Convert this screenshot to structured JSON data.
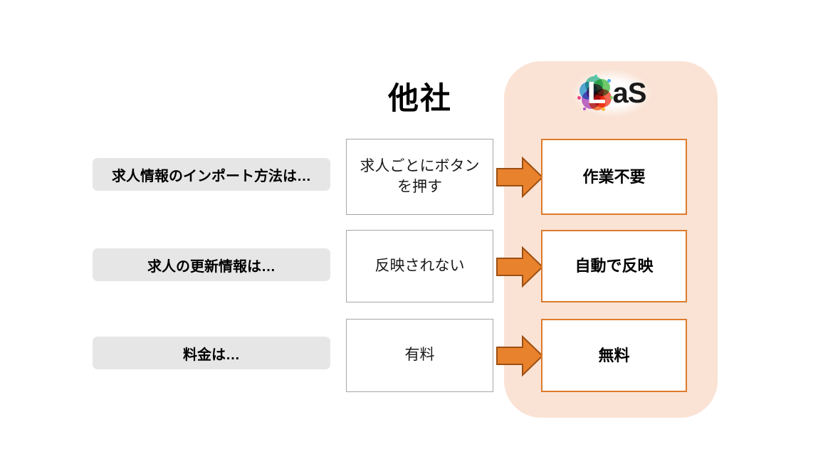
{
  "slide": {
    "background_color": "#ffffff",
    "panel_color": "#fae3d5",
    "accent_color": "#dd7b2c",
    "arrow_color": "#e8822c",
    "arrow_outline_color": "#9c4f13",
    "pill_color": "#e6e6e6"
  },
  "headings": {
    "other": "他社",
    "brand_mark": "L",
    "brand_text": "aS",
    "brand_full": "LaS"
  },
  "rows": [
    {
      "question": "求人情報のインポート方法は…",
      "other": "求人ごとにボタンを押す",
      "las": "作業不要",
      "arrow_icon": "arrow-right-icon"
    },
    {
      "question": "求人の更新情報は…",
      "other": "反映されない",
      "las": "自動で反映",
      "arrow_icon": "arrow-right-icon"
    },
    {
      "question": "料金は…",
      "other": "有料",
      "las": "無料",
      "arrow_icon": "arrow-right-icon"
    }
  ]
}
